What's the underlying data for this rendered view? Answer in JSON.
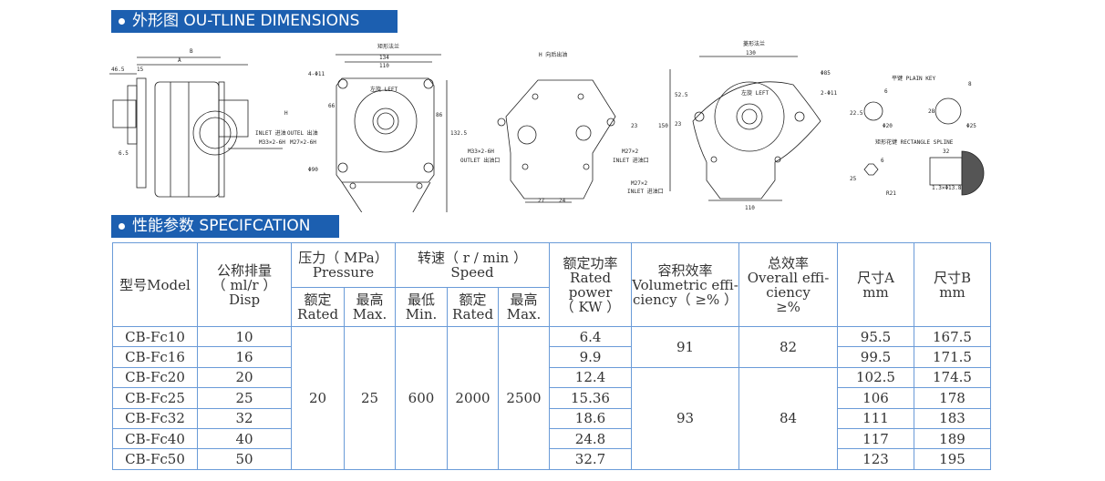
{
  "sections": {
    "outline": "外形图  OU-TLINE DIMENSIONS",
    "spec": "性能参数  SPECIFCATION"
  },
  "drawing": {
    "side": {
      "B": "B",
      "A": "A",
      "d1": "46.5",
      "d2": "15",
      "d3": "6.5",
      "H": "H",
      "inlet": "INLET 进油",
      "inlet_thread": "M33×2-6H"
    },
    "rect_flange": {
      "title": "矩形法兰",
      "w1": "134",
      "w2": "110",
      "holes": "4-Φ11",
      "rot": "左旋 LEFT",
      "h1": "66",
      "h2": "86",
      "h3": "132.5",
      "outlet": "OUTEL 出油",
      "outlet_thread": "M27×2-6H",
      "pilot": "Φ90"
    },
    "rear": {
      "title": "H 向后出油",
      "outlet_thread": "M33×2-6H",
      "outlet": "OUTLET 出油口",
      "inlet_thread": "M27×2",
      "inlet": "INLET 进油口",
      "d1": "23",
      "d2": "27",
      "d3": "24"
    },
    "diamond_flange": {
      "title": "菱形法兰",
      "w1": "130",
      "rot": "左旋 LEFT",
      "pilot": "Φ85",
      "holes": "2-Φ11",
      "h1": "52.5",
      "h2": "23",
      "h3": "150",
      "inlet_thread": "M27×2",
      "inlet": "INLET 进油口",
      "w2": "110"
    },
    "keys": {
      "plain_title": "平键 PLAIN KEY",
      "k1w": "6",
      "k1h": "22.5",
      "k1d": "Φ20",
      "k2w": "8",
      "k2h": "28",
      "k2d": "Φ25",
      "spline_title": "矩形花键  RECTANGLE  SPLINE",
      "s_w": "6",
      "s_d": "25",
      "s_r": "R21",
      "s_len": "32",
      "s_note": "1.3×Φ13.8"
    }
  },
  "table": {
    "headers": {
      "model": "型号Model",
      "disp": [
        "公称排量",
        "（ ml/r ）",
        "Disp"
      ],
      "pressure": [
        "压力（ MPa）",
        "Pressure"
      ],
      "speed": [
        "转速（ r / min ）",
        "Speed"
      ],
      "power": [
        "额定功率",
        "Rated power",
        "（ KW ）"
      ],
      "vol": [
        "容积效率",
        "Volumetric effi-",
        "ciency（ ≥% ）"
      ],
      "overall": [
        "总效率",
        "Overall effi-",
        "ciency",
        "≥%"
      ],
      "sizeA": [
        "尺寸A",
        "mm"
      ],
      "sizeB": [
        "尺寸B",
        "mm"
      ],
      "p_rated": [
        "额定",
        "Rated"
      ],
      "p_max": [
        "最高",
        "Max."
      ],
      "s_min": [
        "最低",
        "Min."
      ],
      "s_rated": [
        "额定",
        "Rated"
      ],
      "s_max": [
        "最高",
        "Max."
      ]
    },
    "shared": {
      "p_rated": "20",
      "p_max": "25",
      "s_min": "600",
      "s_rated": "2000",
      "s_max": "2500",
      "vol1": "91",
      "overall1": "82",
      "vol2": "93",
      "overall2": "84"
    },
    "rows": [
      {
        "model": "CB-Fc10",
        "disp": "10",
        "power": "6.4",
        "a": "95.5",
        "b": "167.5"
      },
      {
        "model": "CB-Fc16",
        "disp": "16",
        "power": "9.9",
        "a": "99.5",
        "b": "171.5"
      },
      {
        "model": "CB-Fc20",
        "disp": "20",
        "power": "12.4",
        "a": "102.5",
        "b": "174.5"
      },
      {
        "model": "CB-Fc25",
        "disp": "25",
        "power": "15.36",
        "a": "106",
        "b": "178"
      },
      {
        "model": "CB-Fc32",
        "disp": "32",
        "power": "18.6",
        "a": "111",
        "b": "183"
      },
      {
        "model": "CB-Fc40",
        "disp": "40",
        "power": "24.8",
        "a": "117",
        "b": "189"
      },
      {
        "model": "CB-Fc50",
        "disp": "50",
        "power": "32.7",
        "a": "123",
        "b": "195"
      }
    ]
  }
}
